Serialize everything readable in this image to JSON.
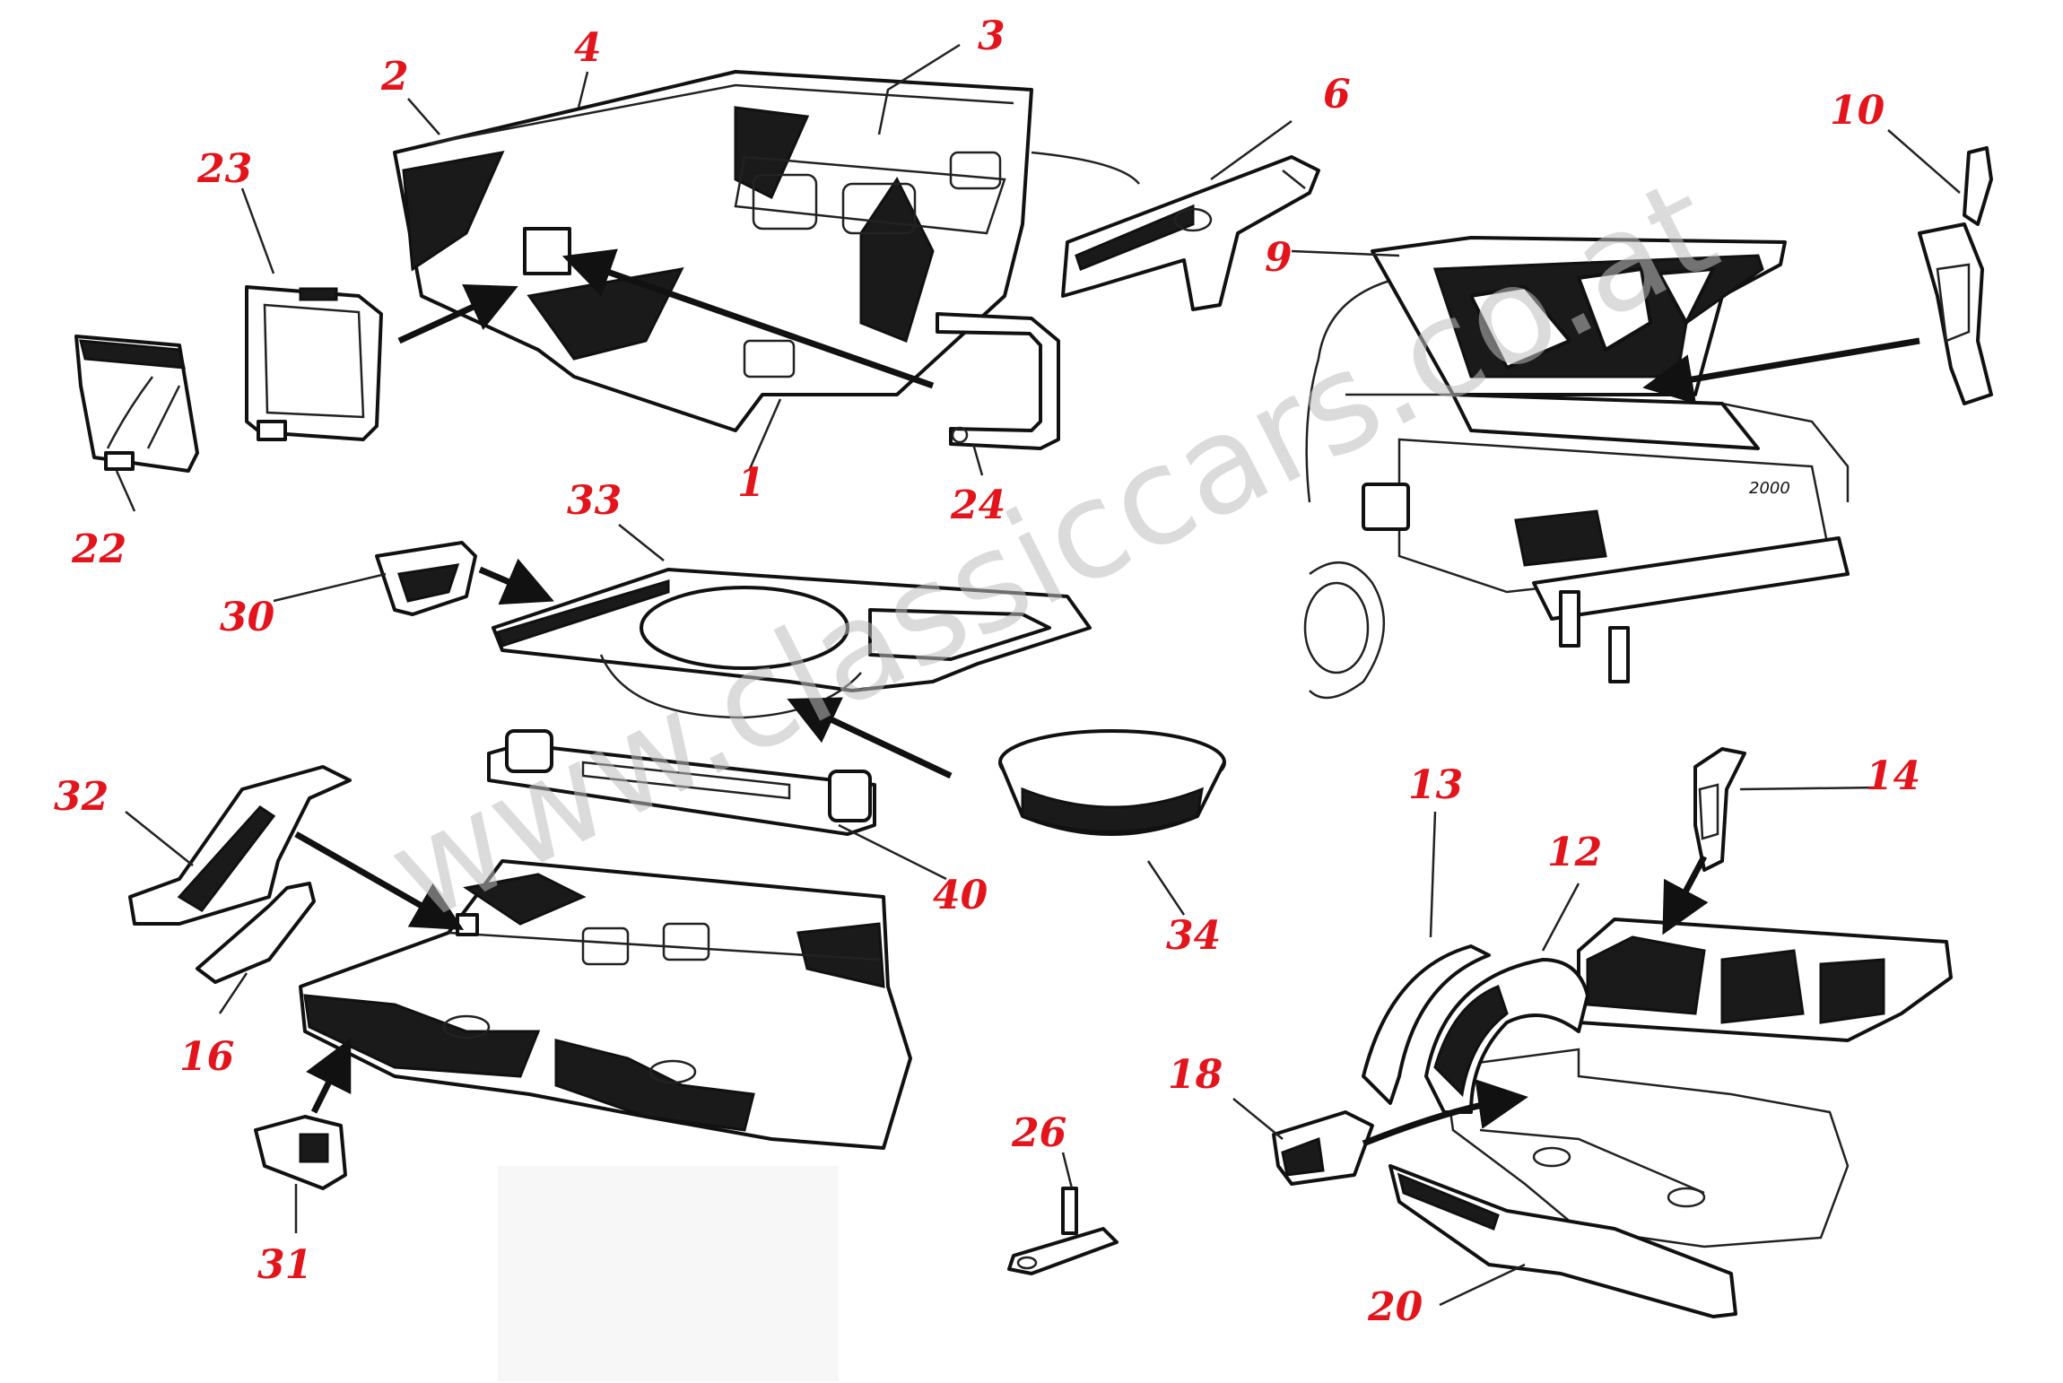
{
  "watermark": "www.classiccars.co.at",
  "colors": {
    "label": "#e3141b",
    "ink": "#111111",
    "watermark": "#bdbdbd"
  },
  "callouts": {
    "c1": "1",
    "c2": "2",
    "c3": "3",
    "c4": "4",
    "c6": "6",
    "c9": "9",
    "c10": "10",
    "c12": "12",
    "c13": "13",
    "c14": "14",
    "c16": "16",
    "c18": "18",
    "c20": "20",
    "c22": "22",
    "c23": "23",
    "c24": "24",
    "c26": "26",
    "c30": "30",
    "c31": "31",
    "c32": "32",
    "c33": "33",
    "c34": "34",
    "c40": "40"
  },
  "car_badge": "2000"
}
